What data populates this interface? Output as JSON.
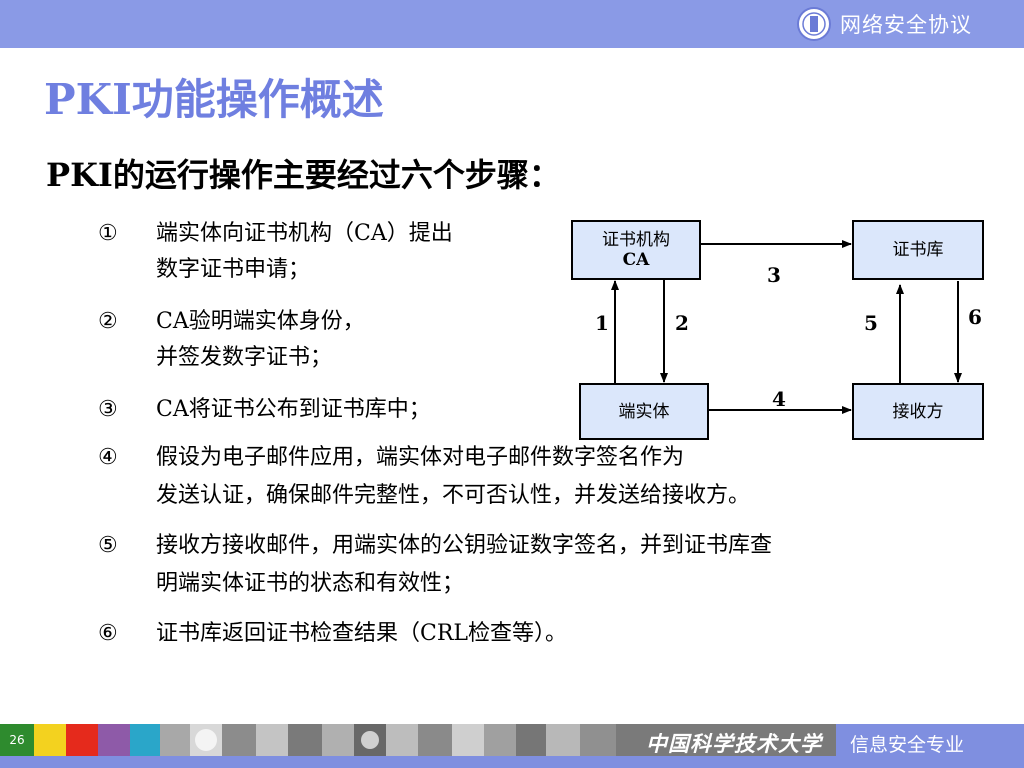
{
  "header": {
    "brand": "网络安全协议"
  },
  "title": "PKI功能操作概述",
  "subtitle": "PKI的运行操作主要经过六个步骤：",
  "steps": [
    {
      "num": "①",
      "lines": [
        "端实体向证书机构（CA）提出",
        "数字证书申请；"
      ]
    },
    {
      "num": "②",
      "lines": [
        "CA验明端实体身份，",
        "并签发数字证书；"
      ]
    },
    {
      "num": "③",
      "lines": [
        "CA将证书公布到证书库中；"
      ]
    },
    {
      "num": "④",
      "lines": [
        "假设为电子邮件应用，端实体对电子邮件数字签名作为",
        "发送认证，确保邮件完整性，不可否认性，并发送给接收方。"
      ]
    },
    {
      "num": "⑤",
      "lines": [
        "接收方接收邮件，用端实体的公钥验证数字签名，并到证书库查",
        "明端实体证书的状态和有效性；"
      ]
    },
    {
      "num": "⑥",
      "lines": [
        "证书库返回证书检查结果（CRL检查等）。"
      ]
    }
  ],
  "diagram": {
    "ca_line1": "证书机构",
    "ca_line2": "CA",
    "repo": "证书库",
    "end_entity": "端实体",
    "receiver": "接收方",
    "labels": [
      "1",
      "2",
      "3",
      "4",
      "5",
      "6"
    ]
  },
  "footer": {
    "page": "26",
    "school": "中国科学技术大学",
    "major": "信息安全专业"
  }
}
